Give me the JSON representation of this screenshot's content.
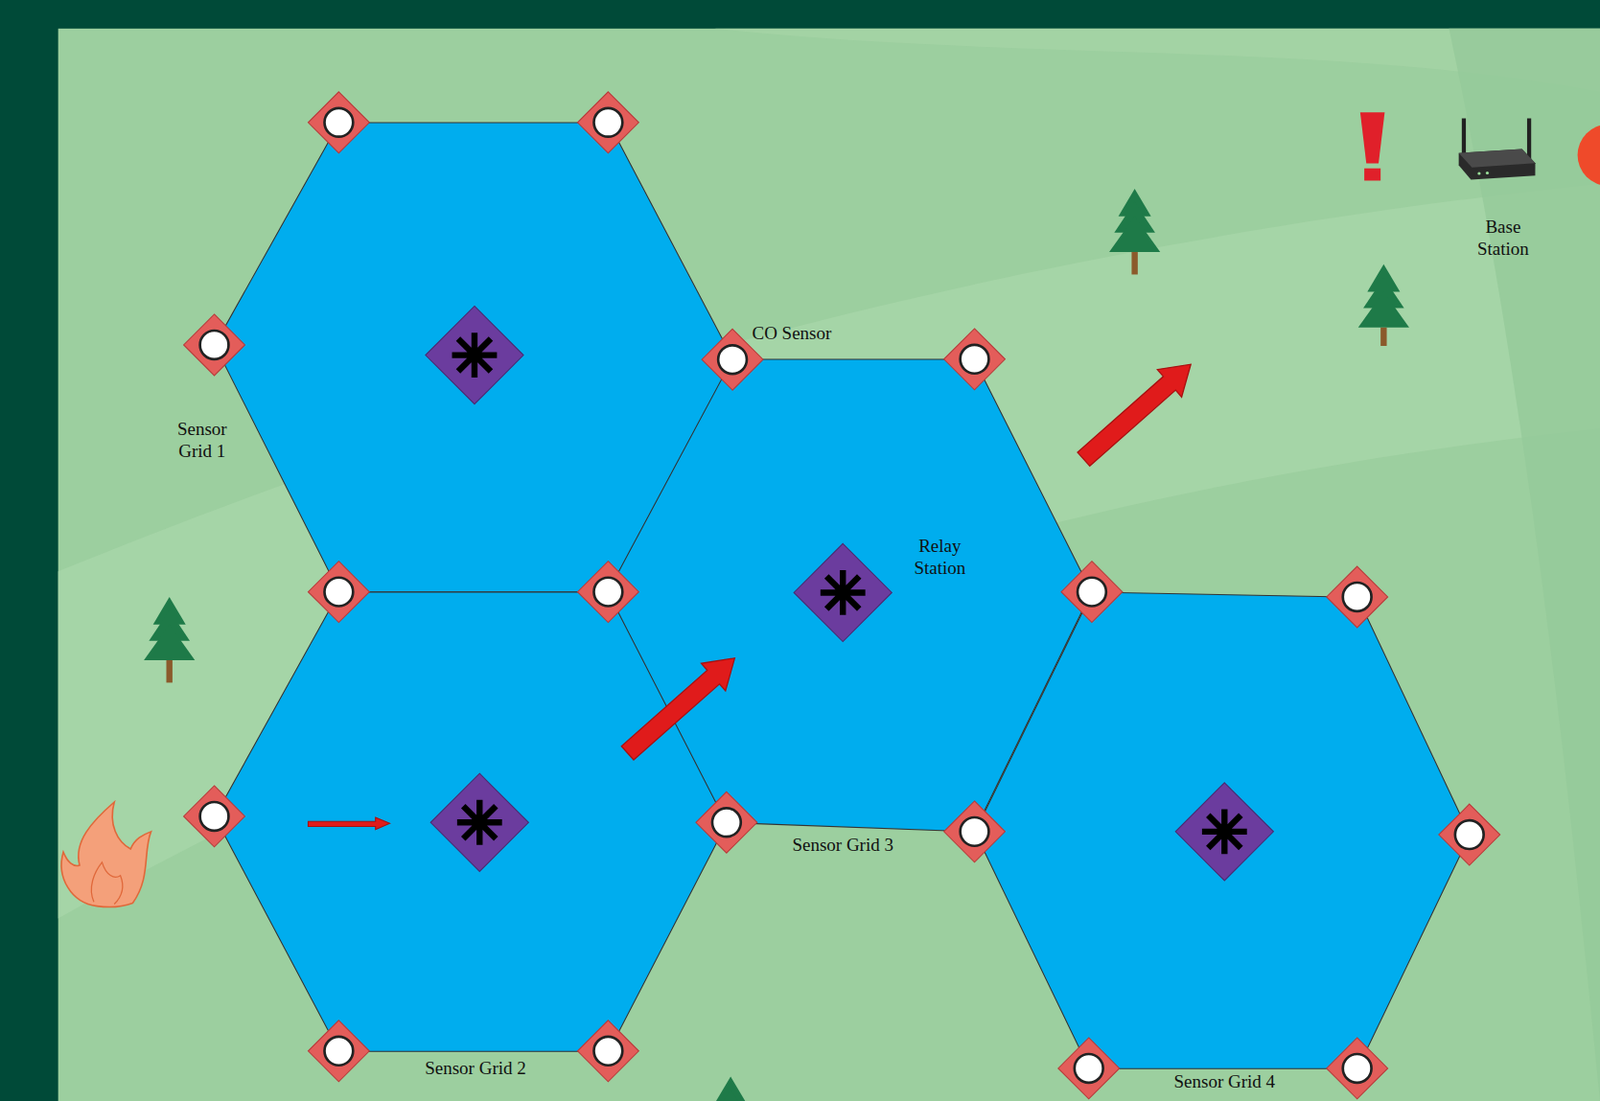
{
  "diagram": {
    "nodes": [
      {
        "text": [
          "Sensor Grid 1"
        ]
      },
      {
        "text": [
          "Sensor Grid 2"
        ]
      },
      {
        "text": [
          "Sensor Grid 3"
        ]
      },
      {
        "text": [
          "Relay Station"
        ],
        "in": 2
      },
      {
        "text": [
          "Sensor Grid 4"
        ]
      },
      {
        "text": [
          "CO Sensor"
        ]
      },
      {
        "text": [
          "Base Station"
        ]
      }
    ]
  }
}
